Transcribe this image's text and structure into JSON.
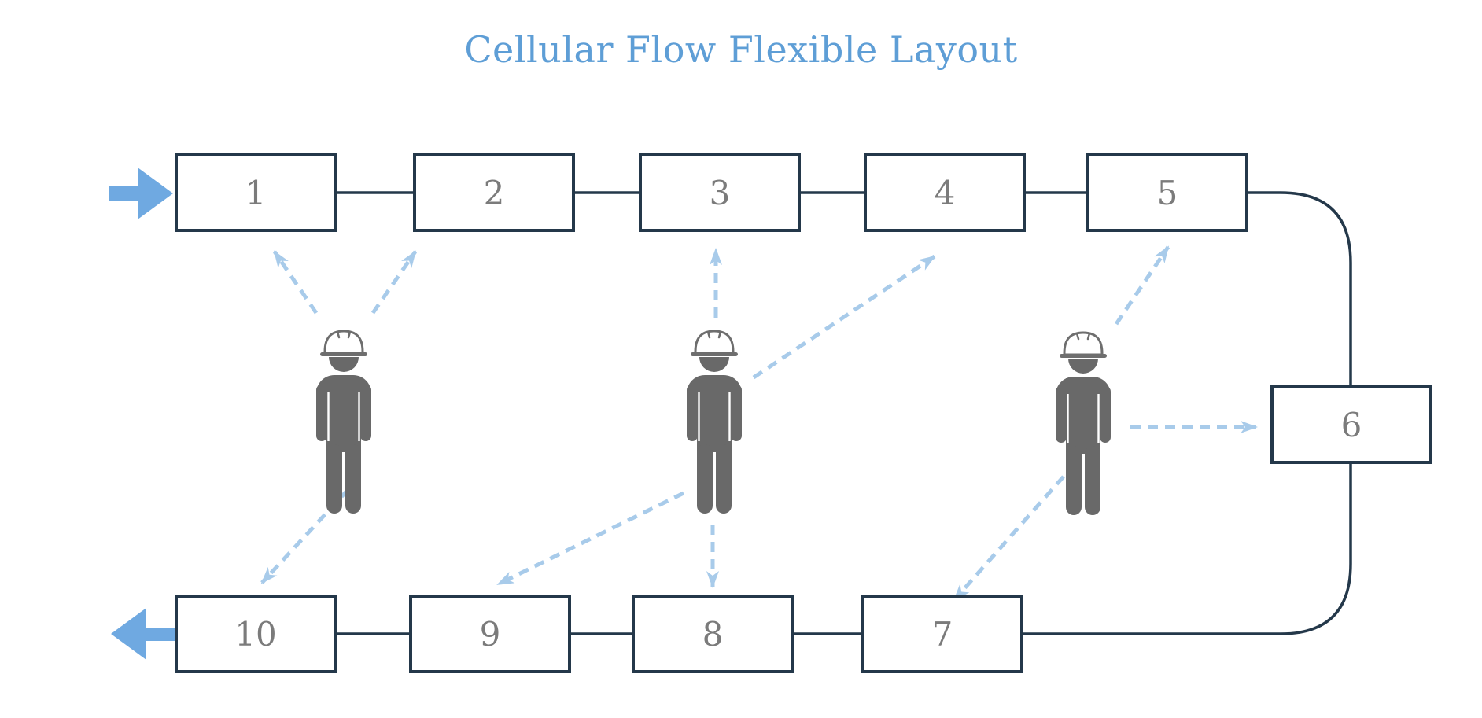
{
  "title": "Cellular Flow Flexible Layout",
  "colors": {
    "title_text": "#5E9ED6",
    "flow_arrow_blue": "#6FA9E1",
    "worker_path_blue": "#A8CBEA",
    "station_border": "#24384A",
    "station_number": "#7B7B7B",
    "worker_gray": "#696969"
  },
  "stations": [
    {
      "label": "1"
    },
    {
      "label": "2"
    },
    {
      "label": "3"
    },
    {
      "label": "4"
    },
    {
      "label": "5"
    },
    {
      "label": "6"
    },
    {
      "label": "7"
    },
    {
      "label": "8"
    },
    {
      "label": "9"
    },
    {
      "label": "10"
    }
  ],
  "flow": {
    "sequence": [
      "1",
      "2",
      "3",
      "4",
      "5",
      "6",
      "7",
      "8",
      "9",
      "10"
    ],
    "entry": {
      "into_station": "1",
      "icon": "flow-in-arrow"
    },
    "exit": {
      "from_station": "10",
      "icon": "flow-out-arrow"
    }
  },
  "workers": [
    {
      "icon": "construction-worker-icon",
      "tends_stations": [
        "1",
        "2",
        "10"
      ]
    },
    {
      "icon": "construction-worker-icon",
      "tends_stations": [
        "3",
        "4",
        "8",
        "9"
      ]
    },
    {
      "icon": "construction-worker-icon",
      "tends_stations": [
        "5",
        "6",
        "7"
      ]
    }
  ]
}
